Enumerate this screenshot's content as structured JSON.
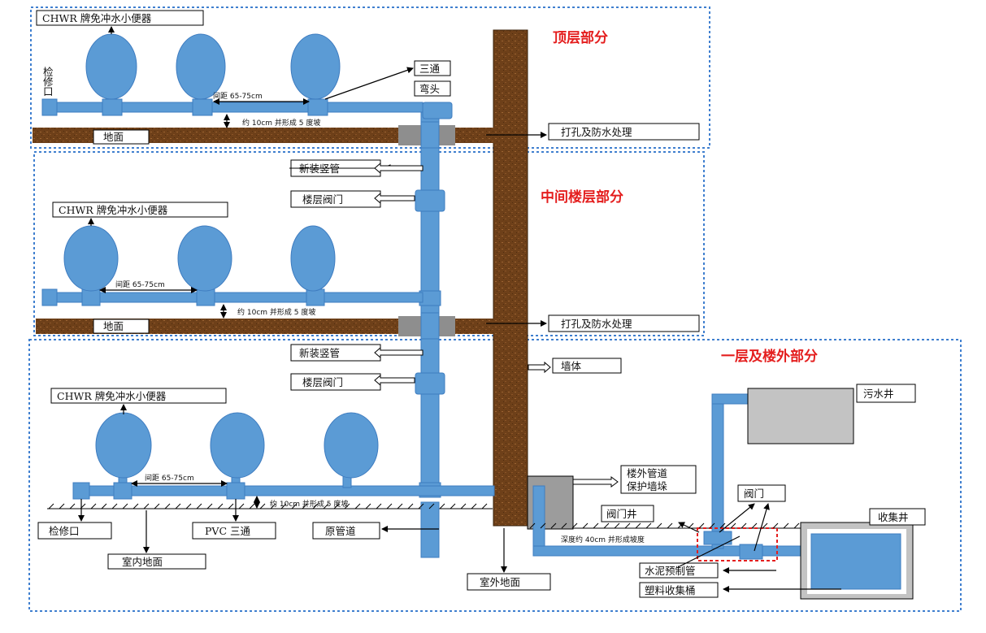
{
  "sections": {
    "top": "顶层部分",
    "middle": "中间楼层部分",
    "ground": "一层及楼外部分"
  },
  "labels": {
    "urinal_brand": "CHWR 牌免冲水小便器",
    "inspection_port_vertical": "检\n修\n口",
    "spacing": "间距 65-75cm",
    "slope": "约 10cm 并形成 5 度坡",
    "floor": "地面",
    "tee": "三通",
    "elbow": "弯头",
    "waterproofing": "打孔及防水处理",
    "new_riser": "新装竖管",
    "floor_valve": "楼层阀门",
    "wall": "墙体",
    "sewage_well": "污水井",
    "outdoor_pipe_guard": "楼外管道\n保护墙垛",
    "valve": "阀门",
    "valve_well": "阀门井",
    "collection_well": "收集井",
    "depth_note": "深度约 40cm 并形成坡度",
    "concrete_pipe": "水泥预制管",
    "plastic_bucket": "塑料收集桶",
    "outdoor_ground": "室外地面",
    "original_pipe": "原管道",
    "pvc_tee": "PVC 三通",
    "inspection_port": "检修口",
    "indoor_floor": "室内地面"
  },
  "colors": {
    "pipe": "#5b9bd5",
    "pipe_stroke": "#3e7cc0",
    "wall": "#7a4a22",
    "section_title": "#e41e1e",
    "frame": "#3f7fcf",
    "valve_box": "#e41e1e"
  }
}
